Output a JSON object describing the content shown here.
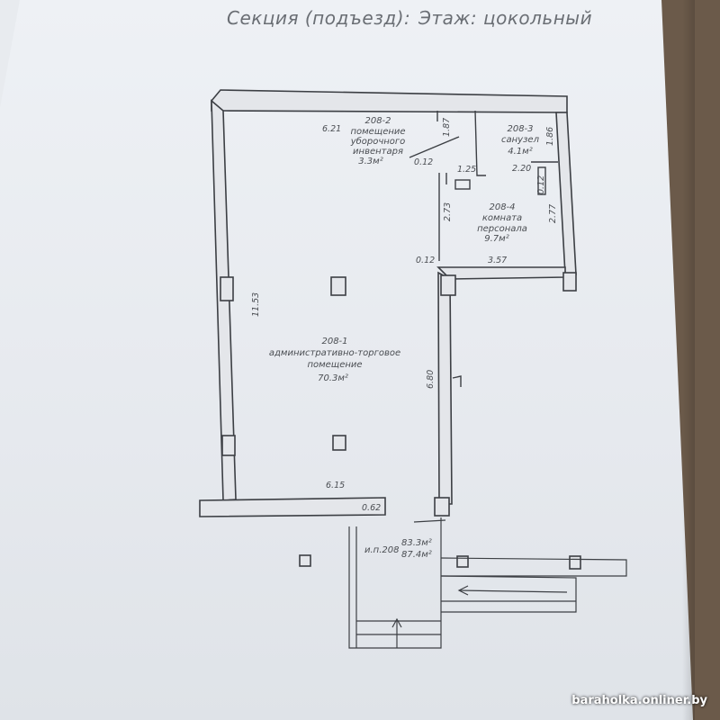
{
  "header": {
    "section": "Секция (подъезд):",
    "floor": "Этаж: цокольный"
  },
  "rooms": {
    "r1": {
      "num": "208-1",
      "name1": "административно-торговое",
      "name2": "помещение",
      "area": "70.3м²"
    },
    "r2": {
      "num": "208-2",
      "name1": "помещение",
      "name2": "уборочного",
      "name3": "инвентаря",
      "area": "3.3м²"
    },
    "r3": {
      "num": "208-3",
      "name": "санузел",
      "area": "4.1м²"
    },
    "r4": {
      "num": "208-4",
      "name1": "комната",
      "name2": "персонала",
      "area": "9.7м²"
    }
  },
  "dims": {
    "d621": "6.21",
    "d187": "1.87",
    "d012a": "0.12",
    "d125": "1.25",
    "d186": "1.86",
    "d220": "2.20",
    "d012b": "0.12",
    "d273": "2.73",
    "d277": "2.77",
    "d012c": "0.12",
    "d357": "3.57",
    "d1153": "11.53",
    "d680": "6.80",
    "d615": "6.15",
    "d062": "0.62"
  },
  "totals": {
    "unit": "и.п.208",
    "area1": "83.3м²",
    "area2": "87.4м²"
  },
  "watermark": "baraholka.onliner.by",
  "colors": {
    "paper": "#e8ebef",
    "ink": "#3c3f44",
    "wall_fill": "#e4e6ea",
    "background": "#6b5a4a"
  }
}
